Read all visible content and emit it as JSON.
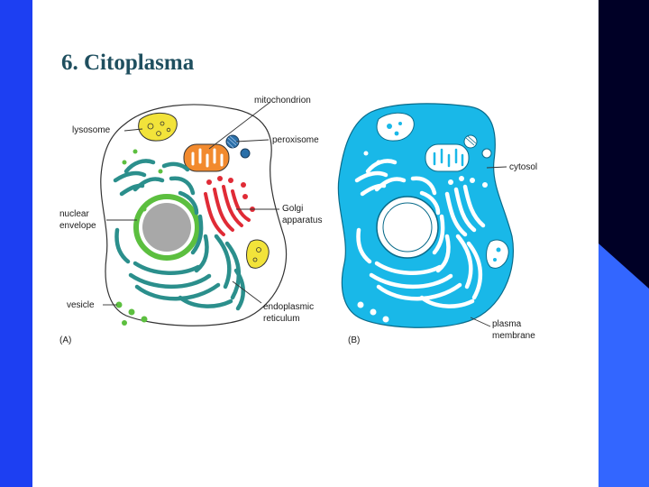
{
  "slide": {
    "title": "6. Citoplasma"
  },
  "figure": {
    "labels": {
      "lysosome": "lysosome",
      "mitochondrion": "mitochondrion",
      "peroxisome": "peroxisome",
      "nuclear_envelope_1": "nuclear",
      "nuclear_envelope_2": "envelope",
      "golgi_1": "Golgi",
      "golgi_2": "apparatus",
      "vesicle": "vesicle",
      "er_1": "endoplasmic",
      "er_2": "reticulum",
      "panel_a": "(A)",
      "cytosol": "cytosol",
      "plasma_1": "plasma",
      "plasma_2": "membrane",
      "panel_b": "(B)"
    },
    "colors": {
      "left_bar": "#1d3ff2",
      "right_dark": "#000026",
      "right_blue": "#3366ff",
      "cytosol": "#19b8e8",
      "er": "#2b8f8c",
      "golgi": "#e02b36",
      "nuclear_envelope": "#5cbf3f",
      "nucleus": "#a8a8a8",
      "mitochondrion": "#f28a2e",
      "lysosome": "#f2e33a",
      "peroxisome": "#2a6fa8"
    }
  }
}
